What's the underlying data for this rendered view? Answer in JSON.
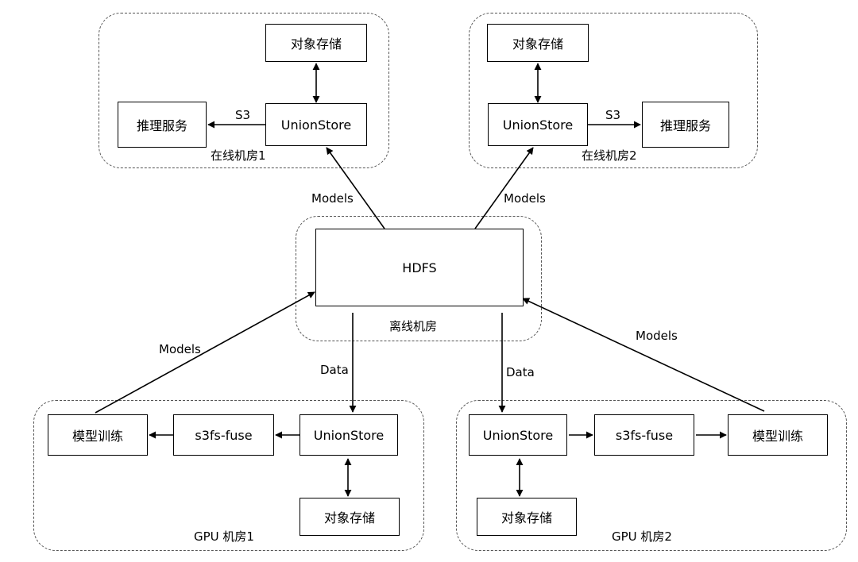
{
  "regions": {
    "online1": "在线机房1",
    "online2": "在线机房2",
    "offline": "离线机房",
    "gpu1": "GPU 机房1",
    "gpu2": "GPU 机房2"
  },
  "nodes": {
    "online1_storage": "对象存储",
    "online1_unionstore": "UnionStore",
    "online1_inference": "推理服务",
    "online2_storage": "对象存储",
    "online2_unionstore": "UnionStore",
    "online2_inference": "推理服务",
    "hdfs": "HDFS",
    "gpu1_training": "模型训练",
    "gpu1_s3fs": "s3fs-fuse",
    "gpu1_unionstore": "UnionStore",
    "gpu1_storage": "对象存储",
    "gpu2_unionstore": "UnionStore",
    "gpu2_s3fs": "s3fs-fuse",
    "gpu2_training": "模型训练",
    "gpu2_storage": "对象存储"
  },
  "edge_labels": {
    "s3_left": "S3",
    "s3_right": "S3",
    "models_to_online1": "Models",
    "models_to_online2": "Models",
    "models_from_gpu1": "Models",
    "models_from_gpu2": "Models",
    "data_to_gpu1": "Data",
    "data_to_gpu2": "Data"
  }
}
